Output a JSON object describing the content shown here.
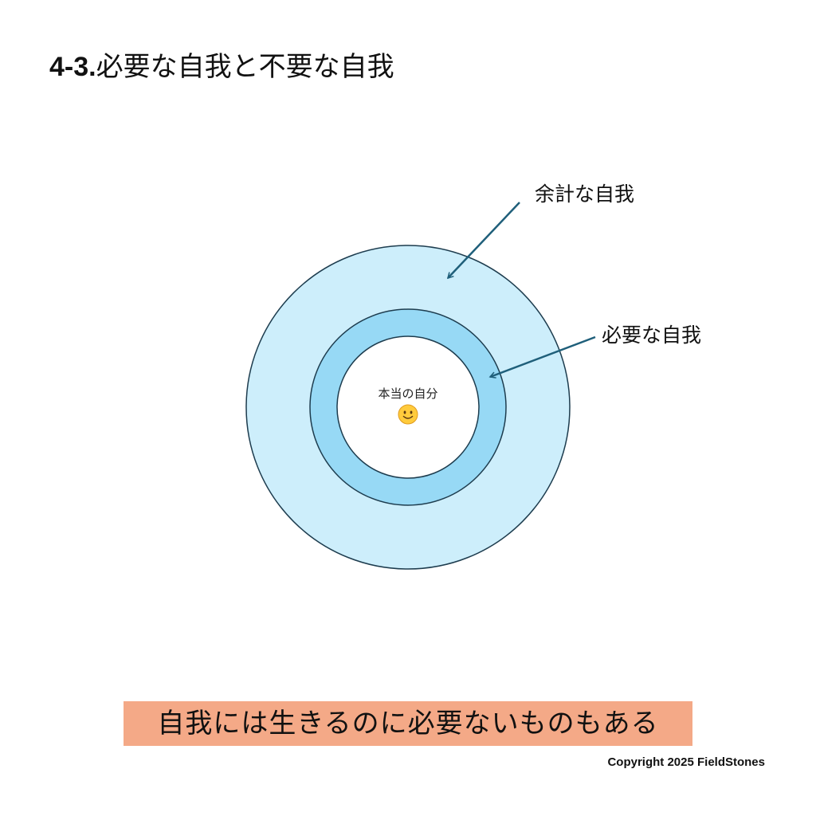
{
  "title": {
    "number": "4-3.",
    "text": "必要な自我と不要な自我"
  },
  "diagram": {
    "outer_label": "余計な自我",
    "middle_label": "必要な自我",
    "core_label": "本当の自分",
    "core_icon": "smiley-face-icon",
    "colors": {
      "outer_ring": "#cdeefb",
      "middle_ring": "#97d9f5",
      "core": "#ffffff",
      "outline": "#1d3c4e",
      "arrow": "#1f5f7a"
    }
  },
  "banner": {
    "text": "自我には生きるのに必要ないものもある",
    "color": "#f4a987"
  },
  "footer": {
    "copyright": "Copyright 2025 FieldStones"
  }
}
